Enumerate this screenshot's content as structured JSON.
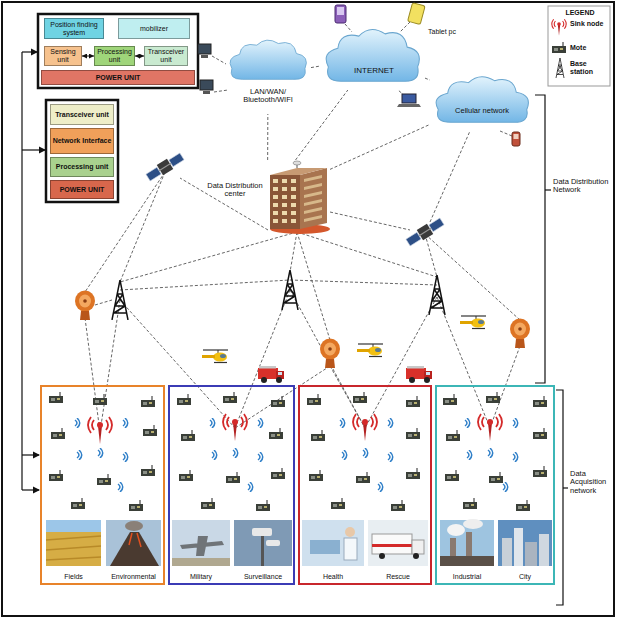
{
  "diagram": {
    "nodes": [
      {
        "text": [
          "Position finding system"
        ]
      },
      {
        "text": [
          "mobilizer"
        ]
      },
      {
        "text": [
          "Sensing unit"
        ]
      },
      {
        "text": [
          "Processing unit"
        ]
      },
      {
        "text": [
          "Transceiver unit"
        ]
      },
      {
        "text": [
          "POWER UNIT"
        ]
      },
      {
        "text": [
          "Transceiver unit"
        ]
      },
      {
        "text": [
          "Network Interface"
        ]
      },
      {
        "text": [
          "Processing unit"
        ]
      },
      {
        "text": [
          "POWER UNIT"
        ]
      },
      {
        "text": [
          "LAN/WAN/ Bluetooth/WIFI"
        ]
      },
      {
        "text": [
          "INTERNET"
        ]
      },
      {
        "text": [
          "Cellular network"
        ]
      },
      {
        "text": [
          "Data Distribution center"
        ]
      },
      {
        "text": [
          "Fields",
          "Environmental"
        ]
      },
      {
        "text": [
          "Military",
          "Surveillance"
        ]
      },
      {
        "text": [
          "Health",
          "Rescue"
        ]
      },
      {
        "text": [
          "Industrial",
          "City"
        ]
      }
    ],
    "edges": [
      {
        "from": 2,
        "to": 3,
        "arrow": "both"
      },
      {
        "from": 3,
        "to": 4,
        "arrow": "both"
      },
      {
        "from": 10,
        "to": 11,
        "arrow": "none"
      },
      {
        "from": 11,
        "to": 12,
        "arrow": "none"
      },
      {
        "from": 13,
        "to": 10,
        "arrow": "none"
      },
      {
        "from": 13,
        "to": 11,
        "arrow": "none"
      },
      {
        "from": 13,
        "to": 12,
        "arrow": "none"
      }
    ],
    "labels": [
      "Tablet pc",
      "LEGEND",
      "Data Distribution Network",
      "Data Acquisition network"
    ],
    "legend": [
      {
        "text": "Sink node"
      },
      {
        "text": "Mote"
      },
      {
        "text": "Base station"
      }
    ]
  }
}
